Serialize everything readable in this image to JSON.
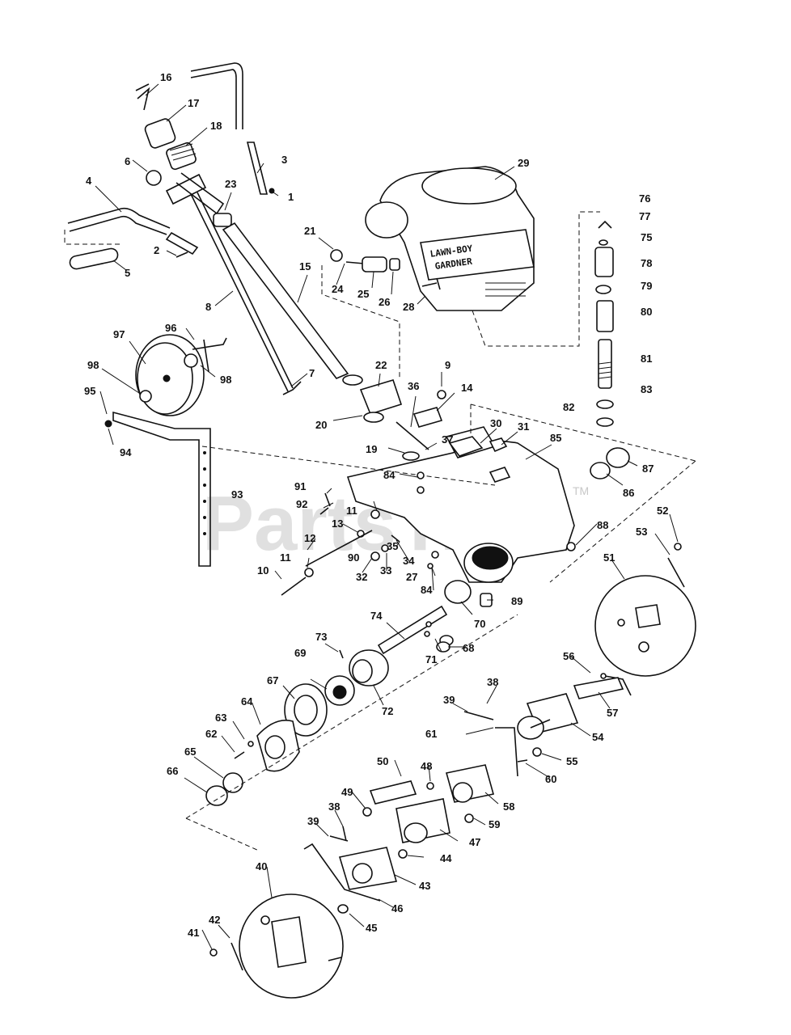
{
  "watermark": {
    "text": "PartsTree",
    "trademark": "TM"
  },
  "engine": {
    "line1": "LAWN-BOY",
    "line2": "GARDNER"
  },
  "labels": {
    "p1": "1",
    "p2": "2",
    "p3": "3",
    "p4": "4",
    "p5": "5",
    "p6": "6",
    "p7": "7",
    "p8": "8",
    "p9": "9",
    "p10": "10",
    "p11a": "11",
    "p11b": "11",
    "p12": "12",
    "p13": "13",
    "p14": "14",
    "p15": "15",
    "p16": "16",
    "p17": "17",
    "p18": "18",
    "p19": "19",
    "p20": "20",
    "p21": "21",
    "p22": "22",
    "p23": "23",
    "p24": "24",
    "p25": "25",
    "p26": "26",
    "p27": "27",
    "p28": "28",
    "p29": "29",
    "p30": "30",
    "p31": "31",
    "p32": "32",
    "p33": "33",
    "p34": "34",
    "p35": "35",
    "p36": "36",
    "p37": "37",
    "p38a": "38",
    "p38b": "38",
    "p39a": "39",
    "p39b": "39",
    "p40": "40",
    "p41": "41",
    "p42": "42",
    "p43": "43",
    "p44": "44",
    "p45": "45",
    "p46": "46",
    "p47": "47",
    "p48": "48",
    "p49": "49",
    "p50": "50",
    "p51": "51",
    "p52": "52",
    "p53": "53",
    "p54": "54",
    "p55": "55",
    "p56": "56",
    "p57": "57",
    "p58": "58",
    "p59": "59",
    "p60": "60",
    "p61": "61",
    "p62": "62",
    "p63": "63",
    "p64": "64",
    "p65": "65",
    "p66": "66",
    "p67": "67",
    "p68": "68",
    "p69": "69",
    "p70": "70",
    "p71": "71",
    "p72": "72",
    "p73": "73",
    "p74": "74",
    "p75": "75",
    "p76": "76",
    "p77": "77",
    "p78": "78",
    "p79": "79",
    "p80": "80",
    "p81": "81",
    "p82": "82",
    "p83": "83",
    "p84a": "84",
    "p84b": "84",
    "p85": "85",
    "p86": "86",
    "p87": "87",
    "p88": "88",
    "p89": "89",
    "p90": "90",
    "p91": "91",
    "p92": "92",
    "p93": "93",
    "p94": "94",
    "p95": "95",
    "p96": "96",
    "p97": "97",
    "p98a": "98",
    "p98b": "98"
  }
}
